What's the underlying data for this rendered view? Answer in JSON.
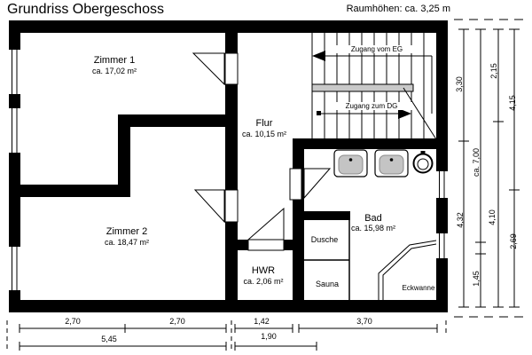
{
  "header": {
    "title": "Grundriss Obergeschoss",
    "subtitle": "Raumhöhen: ca. 3,25 m"
  },
  "rooms": {
    "zimmer1": {
      "name": "Zimmer 1",
      "area": "ca. 17,02 m²"
    },
    "zimmer2": {
      "name": "Zimmer 2",
      "area": "ca. 18,47 m²"
    },
    "flur": {
      "name": "Flur",
      "area": "ca. 10,15 m²"
    },
    "bad": {
      "name": "Bad",
      "area": "ca. 15,98 m²"
    },
    "hwr": {
      "name": "HWR",
      "area": "ca. 2,06 m²"
    }
  },
  "fixtures": {
    "dusche": "Dusche",
    "sauna": "Sauna",
    "eckwanne": "Eckwanne"
  },
  "stairs": {
    "from_eg": "Zugang vom EG",
    "to_dg": "Zugang zum DG"
  },
  "dimensions": {
    "right": [
      "3,30",
      "ca. 7,00",
      "2,15",
      "4,15",
      "4,32",
      "1,45",
      "4,10",
      "2,69"
    ],
    "bottom": [
      "2,70",
      "2,70",
      "1,42",
      "3,70",
      "5,45",
      "1,90"
    ]
  },
  "colors": {
    "wall": "#000000",
    "landing": "#c9c9c9",
    "basin": "#c4c4c4"
  }
}
